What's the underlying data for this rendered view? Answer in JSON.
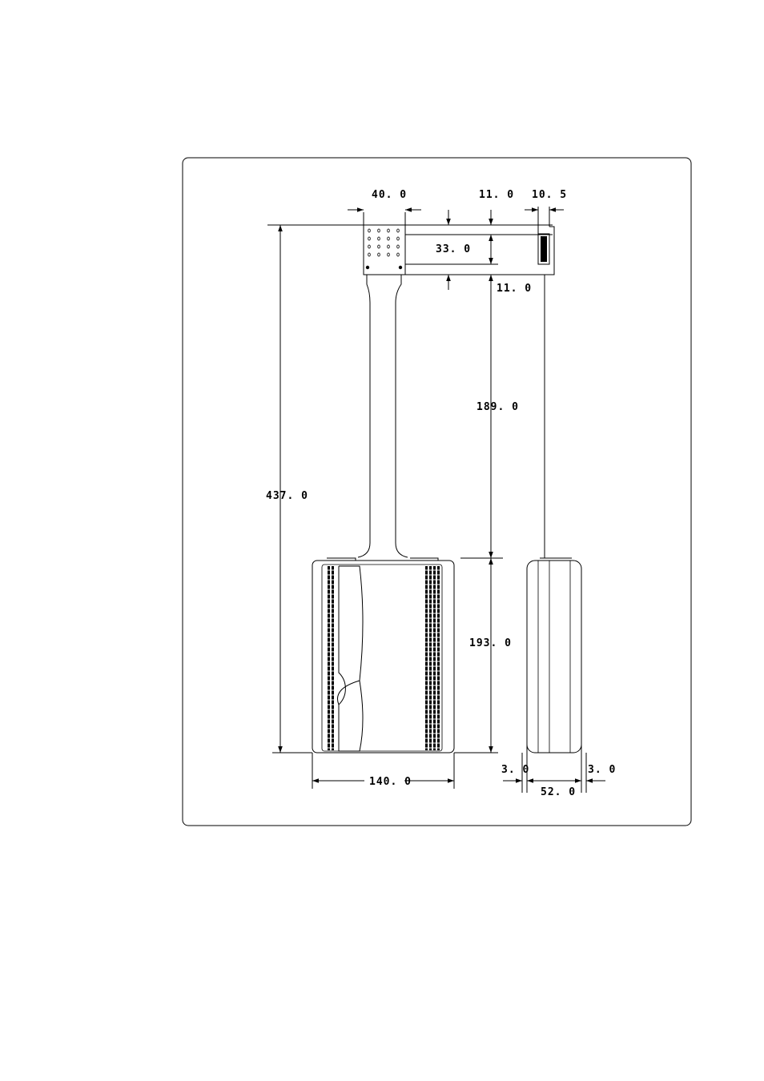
{
  "drawing": {
    "dimensions": {
      "probe_head_width": "40. 0",
      "top_margin": "11. 0",
      "head_thickness": "10. 5",
      "head_height": "33. 0",
      "bottom_margin": "11. 0",
      "cable_length": "189. 0",
      "overall_length": "437. 0",
      "body_height": "193. 0",
      "body_width": "140. 0",
      "side_left_offset": "3. 0",
      "side_width": "52. 0",
      "side_right_offset": "3. 0"
    }
  }
}
